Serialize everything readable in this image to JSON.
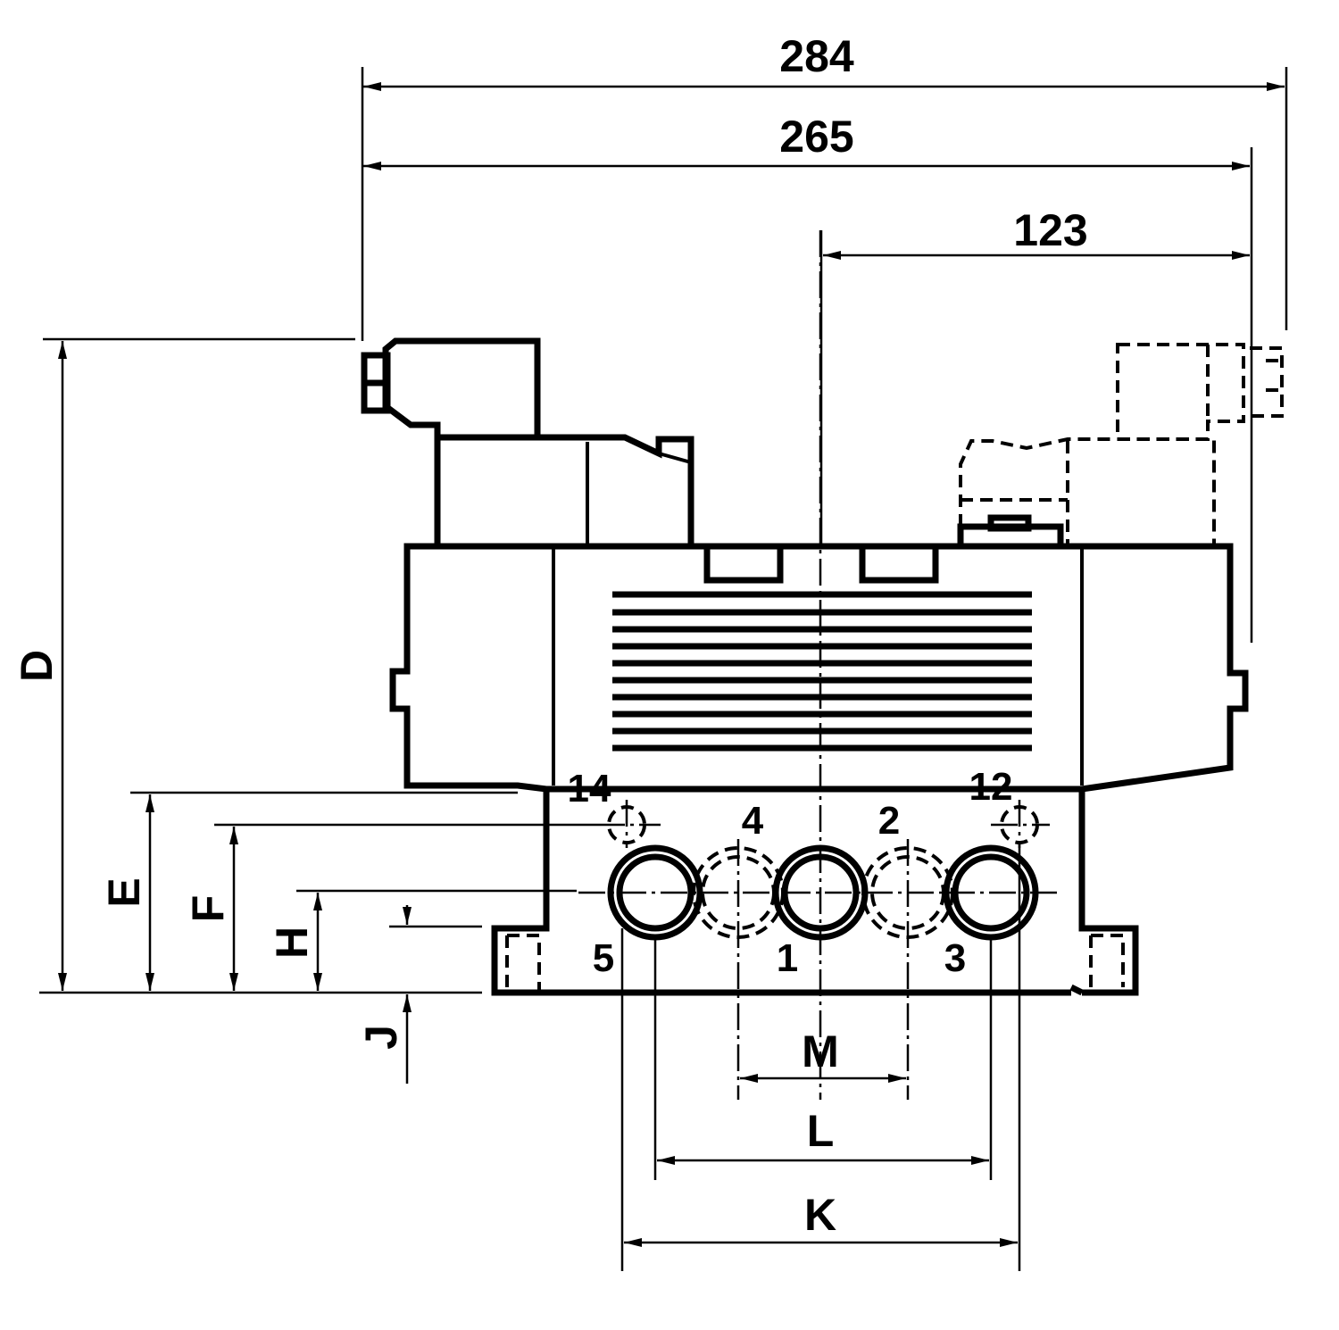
{
  "dimensions": {
    "overall_284": "284",
    "overall_265": "265",
    "offset_123": "123",
    "D": "D",
    "E": "E",
    "F": "F",
    "H": "H",
    "J": "J",
    "K": "K",
    "L": "L",
    "M": "M"
  },
  "ports": {
    "p14": "14",
    "p12": "12",
    "p4": "4",
    "p2": "2",
    "p5": "5",
    "p1": "1",
    "p3": "3"
  },
  "colors": {
    "line": "#000000",
    "background": "#ffffff"
  }
}
